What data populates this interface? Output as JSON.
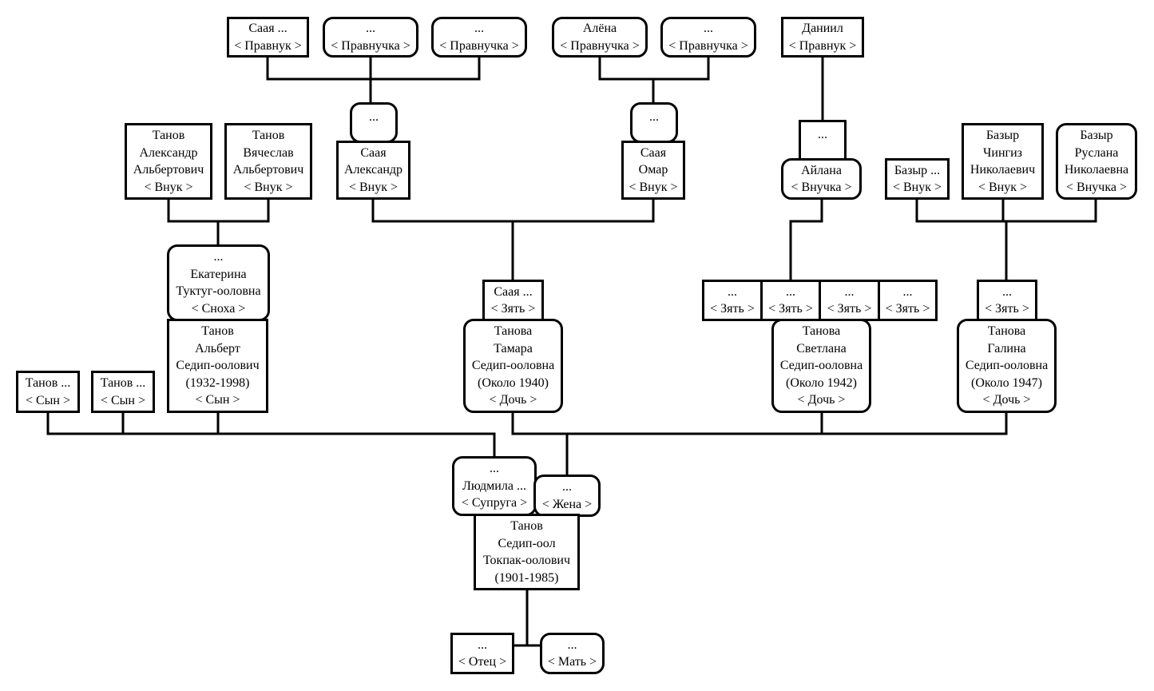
{
  "people": {
    "grandson_alena_pravnuchka": {
      "lines": [
        "Алёна",
        "< Правнучка >"
      ]
    },
    "omar_pravnuchka": {
      "lines": [
        "...",
        "< Правнучка >"
      ]
    },
    "saaya_pravnuk": {
      "lines": [
        "Саая ...",
        "< Правнук >"
      ]
    },
    "alexandr_pravnuchka_1": {
      "lines": [
        "...",
        "< Правнучка >"
      ]
    },
    "alexandr_pravnuchka_2": {
      "lines": [
        "...",
        "< Правнучка >"
      ]
    },
    "daniil_pravnuk": {
      "lines": [
        "Даниил",
        "< Правнук >"
      ]
    },
    "alexandr_wife": {
      "lines": [
        "..."
      ]
    },
    "omar_wife": {
      "lines": [
        "..."
      ]
    },
    "aylana_husband": {
      "lines": [
        "..."
      ]
    },
    "tanov_alexandr": {
      "lines": [
        "Танов",
        "Александр",
        "Альбертович",
        "< Внук >"
      ]
    },
    "tanov_vyacheslav": {
      "lines": [
        "Танов",
        "Вячеслав",
        "Альбертович",
        "< Внук >"
      ]
    },
    "saaya_alexandr": {
      "lines": [
        "Саая",
        "Александр",
        "< Внук >"
      ]
    },
    "saaya_omar": {
      "lines": [
        "Саая",
        "Омар",
        "< Внук >"
      ]
    },
    "aylana": {
      "lines": [
        "Айлана",
        "< Внучка >"
      ]
    },
    "bazyr_vnuk": {
      "lines": [
        "Базыр ...",
        "< Внук >"
      ]
    },
    "bazyr_chingiz": {
      "lines": [
        "Базыр",
        "Чингиз",
        "Николаевич",
        "< Внук >"
      ]
    },
    "bazyr_ruslana": {
      "lines": [
        "Базыр",
        "Руслана",
        "Николаевна",
        "< Внучка >"
      ]
    },
    "ekaterina": {
      "lines": [
        "...",
        "Екатерина",
        "Туктуг-ооловна",
        "< Сноха >"
      ]
    },
    "tanov_albert": {
      "lines": [
        "Танов",
        "Альберт",
        "Седип-оолович",
        "(1932-1998)",
        "< Сын >"
      ]
    },
    "saaya_zyat": {
      "lines": [
        "Саая ...",
        "< Зять >"
      ]
    },
    "tamara": {
      "lines": [
        "Танова",
        "Тамара",
        "Седип-ооловна",
        "(Около 1940)",
        "< Дочь >"
      ]
    },
    "zyat_1": {
      "lines": [
        "...",
        "< Зять >"
      ]
    },
    "zyat_2": {
      "lines": [
        "...",
        "< Зять >"
      ]
    },
    "zyat_3": {
      "lines": [
        "...",
        "< Зять >"
      ]
    },
    "zyat_4": {
      "lines": [
        "...",
        "< Зять >"
      ]
    },
    "svetlana": {
      "lines": [
        "Танова",
        "Светлана",
        "Седип-ооловна",
        "(Около 1942)",
        "< Дочь >"
      ]
    },
    "galina_zyat": {
      "lines": [
        "...",
        "< Зять >"
      ]
    },
    "galina": {
      "lines": [
        "Танова",
        "Галина",
        "Седип-ооловна",
        "(Около 1947)",
        "< Дочь >"
      ]
    },
    "tanov_son_1": {
      "lines": [
        "Танов ...",
        "< Сын >"
      ]
    },
    "tanov_son_2": {
      "lines": [
        "Танов ...",
        "< Сын >"
      ]
    },
    "lyudmila": {
      "lines": [
        "...",
        "Людмила ...",
        "< Супруга >"
      ]
    },
    "wife": {
      "lines": [
        "...",
        "< Жена >"
      ]
    },
    "root": {
      "lines": [
        "Танов",
        "Седип-оол",
        "Токпак-оолович",
        "(1901-1985)"
      ]
    },
    "father": {
      "lines": [
        "...",
        "< Отец >"
      ]
    },
    "mother": {
      "lines": [
        "...",
        "< Мать >"
      ]
    }
  }
}
